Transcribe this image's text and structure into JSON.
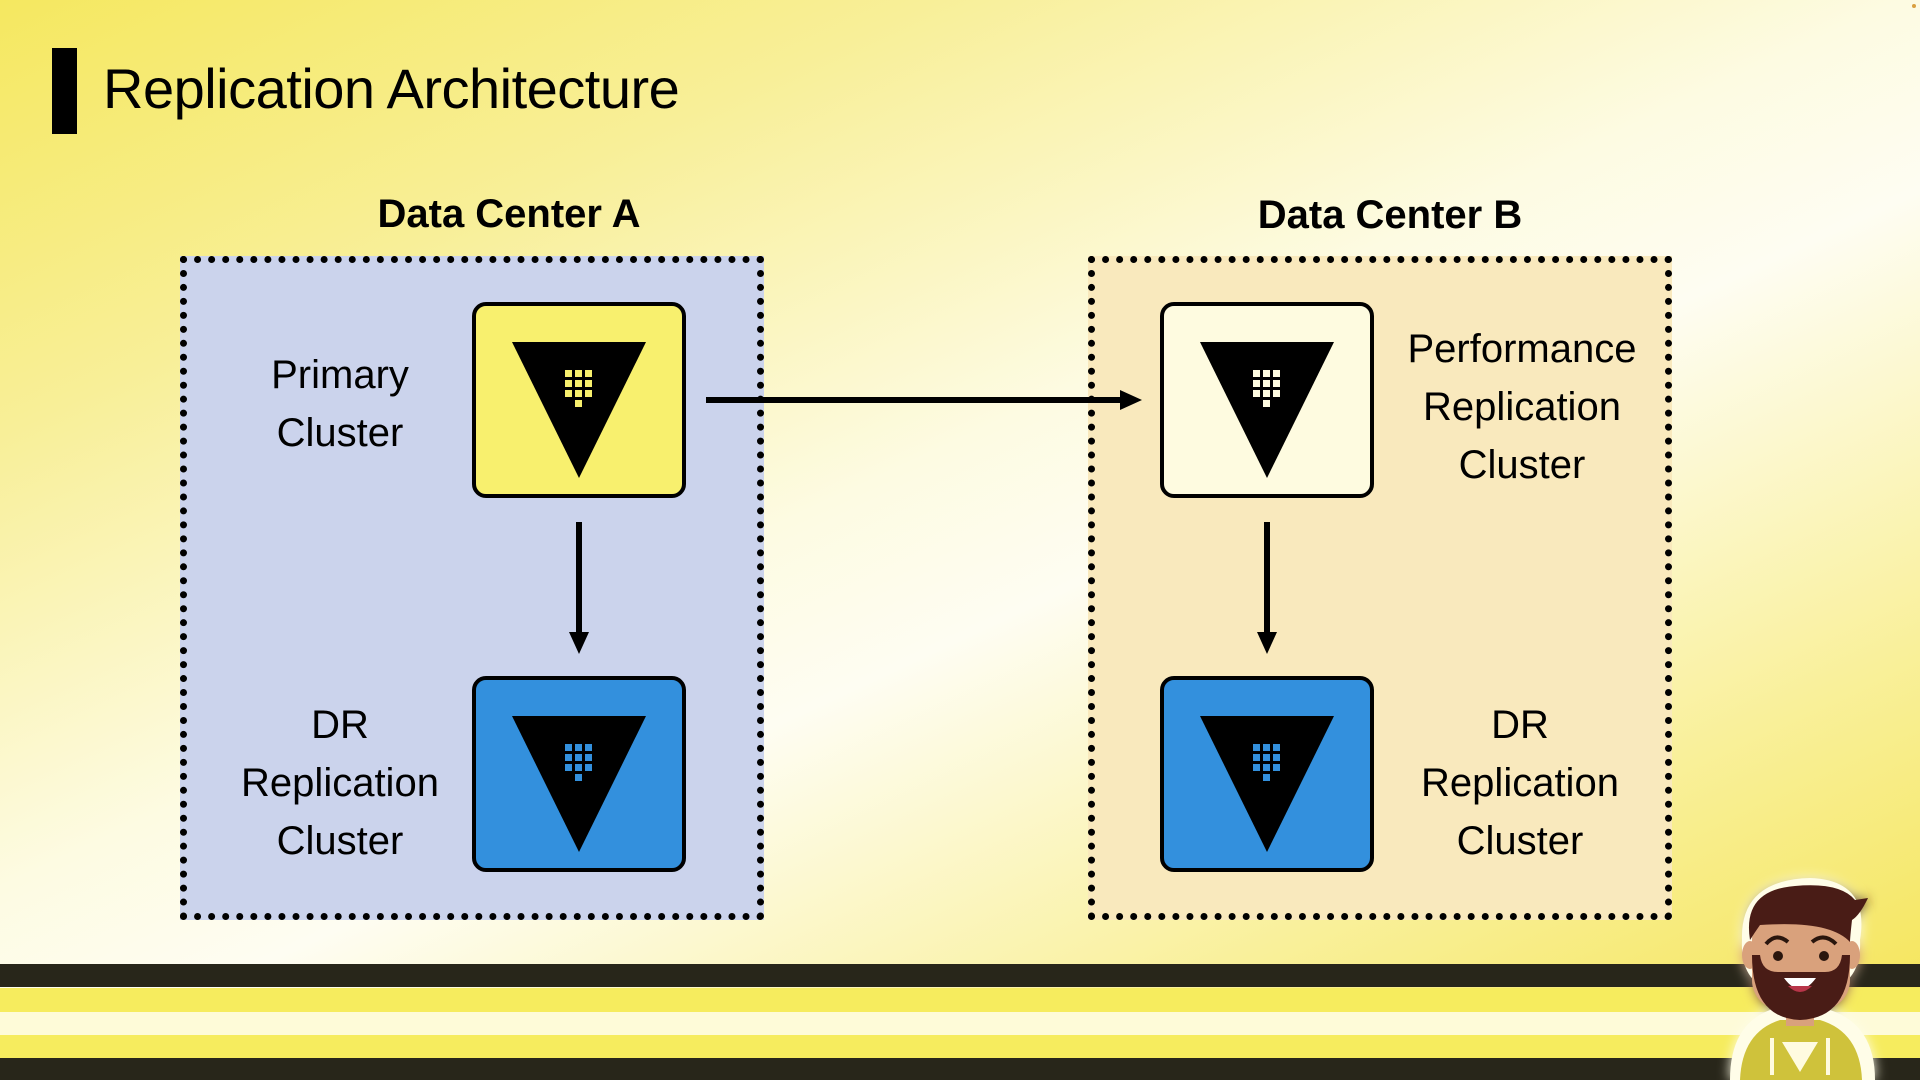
{
  "slide": {
    "title": "Replication Architecture"
  },
  "data_centers": [
    {
      "name": "Data Center A",
      "background": "#cbd3ec",
      "nodes": [
        {
          "label_lines": [
            "Primary",
            "Cluster"
          ],
          "role": "primary",
          "fill": "#f8f06e",
          "glyph_color": "#f8f06e",
          "icon": "vault-icon"
        },
        {
          "label_lines": [
            "DR",
            "Replication",
            "Cluster"
          ],
          "role": "dr-secondary",
          "fill": "#3390dd",
          "glyph_color": "#3390dd",
          "icon": "vault-icon"
        }
      ]
    },
    {
      "name": "Data Center B",
      "background": "#f9e9bd",
      "nodes": [
        {
          "label_lines": [
            "Performance",
            "Replication",
            "Cluster"
          ],
          "role": "performance-secondary",
          "fill": "#fefbe0",
          "glyph_color": "#fefbe0",
          "icon": "vault-icon"
        },
        {
          "label_lines": [
            "DR",
            "Replication",
            "Cluster"
          ],
          "role": "dr-secondary",
          "fill": "#3390dd",
          "glyph_color": "#3390dd",
          "icon": "vault-icon"
        }
      ]
    }
  ],
  "connections": [
    {
      "from": "Data Center A / Primary Cluster",
      "to": "Data Center B / Performance Replication Cluster",
      "direction": "right"
    },
    {
      "from": "Data Center A / Primary Cluster",
      "to": "Data Center A / DR Replication Cluster",
      "direction": "down"
    },
    {
      "from": "Data Center B / Performance Replication Cluster",
      "to": "Data Center B / DR Replication Cluster",
      "direction": "down"
    }
  ],
  "colors": {
    "stripe_dark": "#28261a",
    "stripe_yellow": "#f6ec5e",
    "stripe_light": "#fefbd8"
  },
  "presenter": {
    "icon": "presenter-avatar-icon"
  }
}
